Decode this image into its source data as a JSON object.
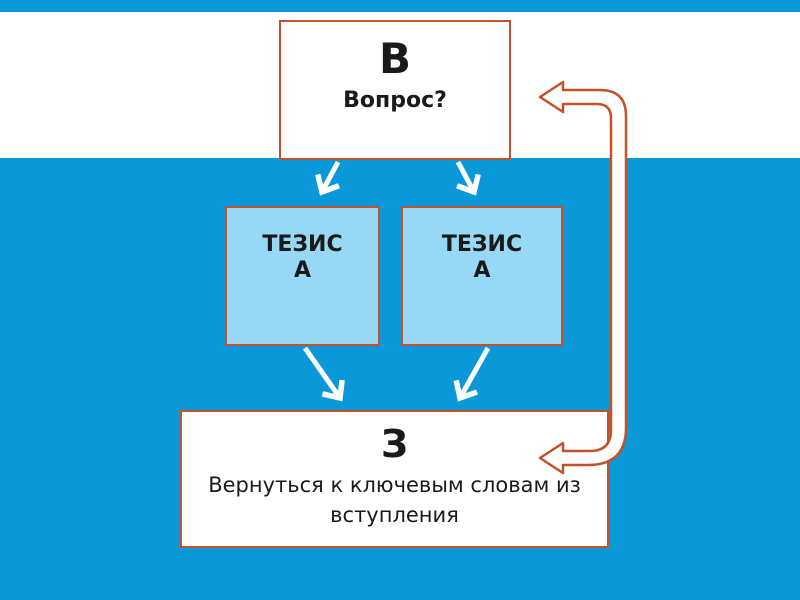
{
  "top": {
    "letter": "В",
    "question": "Вопрос?"
  },
  "theses": [
    {
      "line1": "ТЕЗИС",
      "line2": "А"
    },
    {
      "line1": "ТЕЗИС",
      "line2": "А"
    }
  ],
  "bottom": {
    "letter": "З",
    "text": "Вернуться к ключевым словам из вступления"
  },
  "colors": {
    "background": "#0b98d9",
    "box_border": "#c0532a",
    "thesis_fill": "#98d8f7",
    "arrow": "#ffffff"
  }
}
